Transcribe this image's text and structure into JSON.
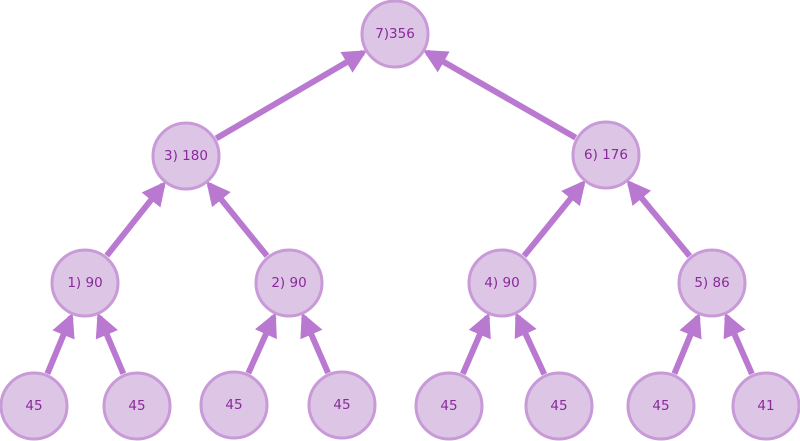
{
  "diagram": {
    "type": "binary-tree",
    "arrow_color": "#b979d0",
    "node_fill": "#ddc5e6",
    "node_stroke": "#c89ad8",
    "label_color": "#8a2a9a",
    "nodes": [
      {
        "id": "root",
        "label": "7)356"
      },
      {
        "id": "n3",
        "label": "3) 180"
      },
      {
        "id": "n6",
        "label": "6) 176"
      },
      {
        "id": "n1",
        "label": "1) 90"
      },
      {
        "id": "n2",
        "label": "2) 90"
      },
      {
        "id": "n4",
        "label": "4) 90"
      },
      {
        "id": "n5",
        "label": "5) 86"
      },
      {
        "id": "l1",
        "label": "45"
      },
      {
        "id": "l2",
        "label": "45"
      },
      {
        "id": "l3",
        "label": "45"
      },
      {
        "id": "l4",
        "label": "45"
      },
      {
        "id": "l5",
        "label": "45"
      },
      {
        "id": "l6",
        "label": "45"
      },
      {
        "id": "l7",
        "label": "45"
      },
      {
        "id": "l8",
        "label": "41"
      }
    ],
    "edges": [
      {
        "from": "n3",
        "to": "root"
      },
      {
        "from": "n6",
        "to": "root"
      },
      {
        "from": "n1",
        "to": "n3"
      },
      {
        "from": "n2",
        "to": "n3"
      },
      {
        "from": "n4",
        "to": "n6"
      },
      {
        "from": "n5",
        "to": "n6"
      },
      {
        "from": "l1",
        "to": "n1"
      },
      {
        "from": "l2",
        "to": "n1"
      },
      {
        "from": "l3",
        "to": "n2"
      },
      {
        "from": "l4",
        "to": "n2"
      },
      {
        "from": "l5",
        "to": "n4"
      },
      {
        "from": "l6",
        "to": "n4"
      },
      {
        "from": "l7",
        "to": "n5"
      },
      {
        "from": "l8",
        "to": "n5"
      }
    ]
  }
}
